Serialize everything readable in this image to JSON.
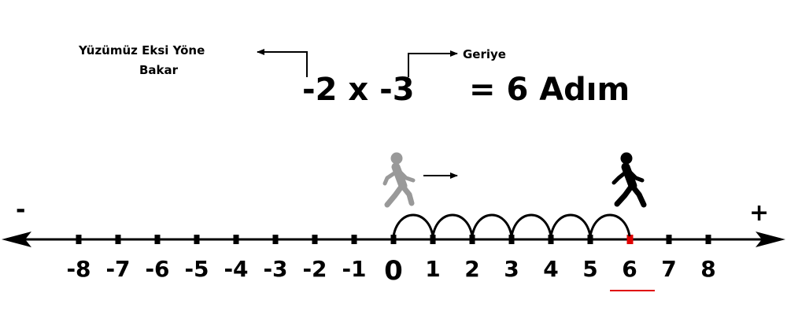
{
  "annotations": {
    "face_negative_line1": "Yüzümüz Eksi Yöne",
    "face_negative_line2": "Bakar",
    "backward": "Geriye"
  },
  "equation": {
    "left": "-2 x -3",
    "right": "= 6 Adım"
  },
  "signs": {
    "negative": "-",
    "positive": "+"
  },
  "number_line": {
    "ticks": [
      -8,
      -7,
      -6,
      -5,
      -4,
      -3,
      -2,
      -1,
      0,
      1,
      2,
      3,
      4,
      5,
      6,
      7,
      8
    ],
    "labels": [
      "-8",
      "-7",
      "-6",
      "-5",
      "-4",
      "-3",
      "-2",
      "-1",
      "0",
      "1",
      "2",
      "3",
      "4",
      "5",
      "6",
      "7",
      "8"
    ],
    "jumps_from": 0,
    "jumps_to": 6,
    "result": 6,
    "highlight_color": "#e00000"
  },
  "figures": {
    "start_walker": {
      "icon": "walking-person-icon",
      "color": "#999999",
      "position": 0
    },
    "end_walker": {
      "icon": "walking-person-icon",
      "color": "#000000",
      "position": 6
    }
  }
}
